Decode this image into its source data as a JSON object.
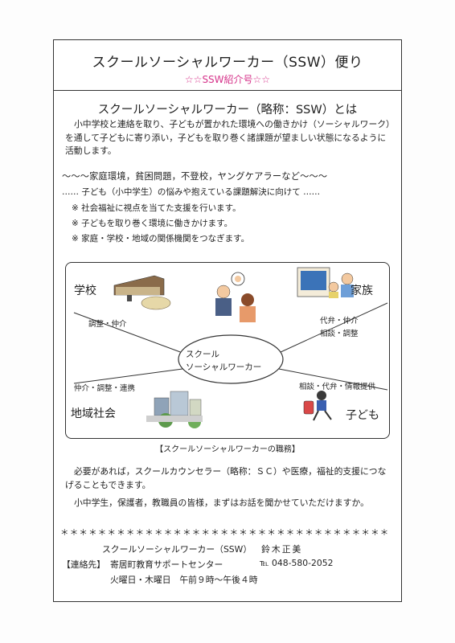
{
  "header": {
    "title": "スクールソーシャルワーカー（SSW）便り",
    "subtitle": "☆☆SSW紹介号☆☆"
  },
  "intro": {
    "heading": "スクールソーシャルワーカー（略称：SSW）とは",
    "paragraph": "小中学校と連絡を取り、子どもが置かれた環境への働きかけ（ソーシャルワーク）を通して子どもに寄り添い，子どもを取り巻く諸課題が望ましい状態になるように活動します。",
    "problems": "～～～家庭環境，貧困問題，不登校，ヤングケアラーなど～～～",
    "toward": "…… 子ども（小中学生）の悩みや抱えている課題解決に向けて ……",
    "bullets": [
      "※ 社会福祉に視点を当てた支援を行います。",
      "※ 子どもを取り巻く環境に働きかけます。",
      "※ 家庭・学校・地域の関係機関をつなぎます。"
    ]
  },
  "diagram": {
    "center_line1": "スクール",
    "center_line2": "ソーシャルワーカー",
    "school": "学校",
    "school_role": "調整・仲介",
    "family": "家族",
    "family_role1": "代弁・仲介",
    "family_role2": "相談・調整",
    "community": "地域社会",
    "community_role": "仲介・調整・連携",
    "child": "子ども",
    "child_role": "相談・代弁・情報提供",
    "caption": "【スクールソーシャルワーカーの職務】"
  },
  "notes": [
    "必要があれば，スクールカウンセラー（略称：ＳＣ）や医療，福祉的支援につなげることもできます。",
    "小中学生，保護者，教職員の皆様，まずはお話を聞かせていただけますか。"
  ],
  "footer": {
    "stars": "＊＊＊＊＊＊＊＊＊＊＊＊＊＊＊＊＊＊＊＊＊＊＊＊＊＊＊＊＊＊＊＊＊＊＊",
    "ssw_title": "スクールソーシャルワーカー（SSW）",
    "ssw_name": "鈴木正美",
    "contact_label": "【連絡先】",
    "center": "寄居町教育サポートセンター",
    "tel": "℡ 048-580-2052",
    "hours": "火曜日・木曜日　午前９時～午後４時"
  },
  "colors": {
    "subtitle_pink": "#d6338a",
    "border": "#333333"
  }
}
